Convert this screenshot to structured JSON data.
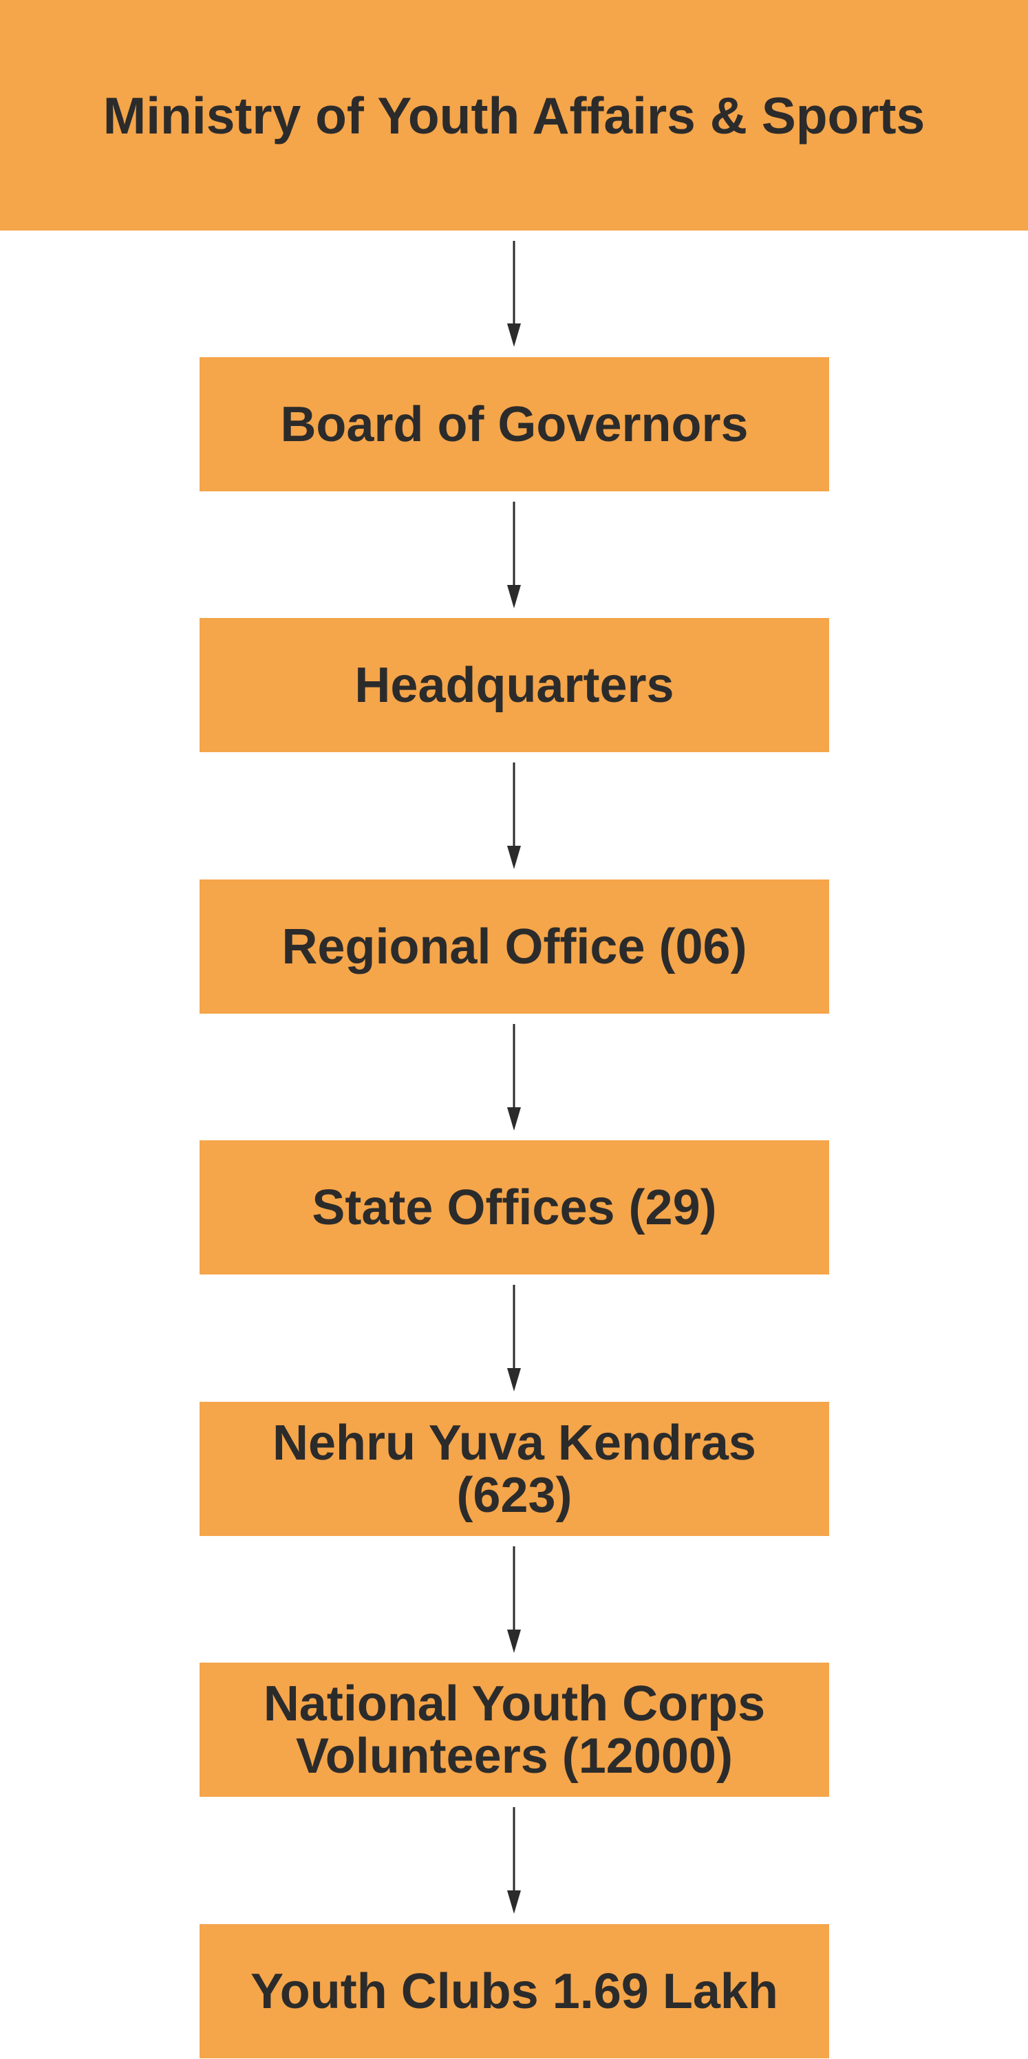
{
  "diagram": {
    "colors": {
      "box_fill": "#f5a54a",
      "text": "#2b2b2b",
      "arrow": "#2b2b2b"
    },
    "nodes": [
      {
        "id": "ministry",
        "label": "Ministry of Youth Affairs & Sports"
      },
      {
        "id": "board",
        "label": "Board of Governors"
      },
      {
        "id": "hq",
        "label": "Headquarters"
      },
      {
        "id": "regional",
        "label": "Regional Office (06)"
      },
      {
        "id": "state",
        "label": "State Offices (29)"
      },
      {
        "id": "nyk",
        "label": "Nehru Yuva Kendras\n(623)"
      },
      {
        "id": "nycv",
        "label": "National Youth Corps\nVolunteers (12000)"
      },
      {
        "id": "clubs",
        "label": "Youth Clubs 1.69 Lakh"
      }
    ],
    "edges": [
      {
        "from": "ministry",
        "to": "board"
      },
      {
        "from": "board",
        "to": "hq"
      },
      {
        "from": "hq",
        "to": "regional"
      },
      {
        "from": "regional",
        "to": "state"
      },
      {
        "from": "state",
        "to": "nyk"
      },
      {
        "from": "nyk",
        "to": "nycv"
      },
      {
        "from": "nycv",
        "to": "clubs"
      }
    ]
  }
}
